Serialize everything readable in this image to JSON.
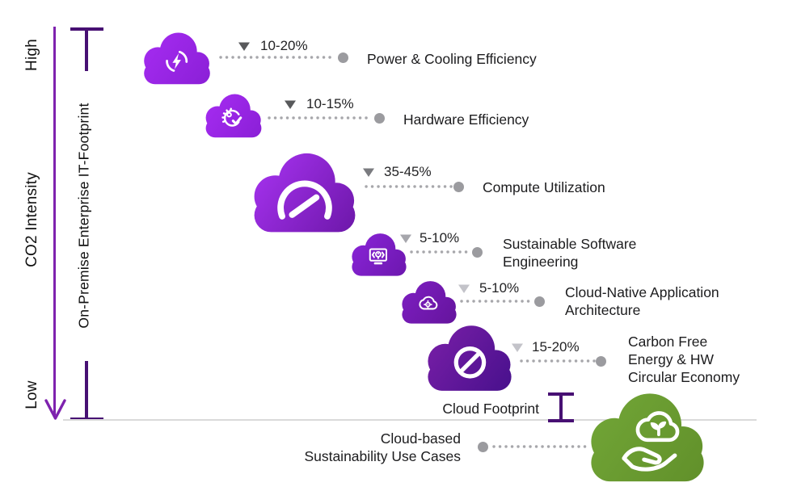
{
  "axis": {
    "high": "High",
    "co2": "CO2 Intensity",
    "low": "Low",
    "on_premise": "On-Premise Enterprise IT-Footprint"
  },
  "colors": {
    "axis_line": "#7e22ae",
    "bracket": "#471073",
    "baseline": "#dadada",
    "connector": "#a7a7ab",
    "dot": "#9b9b9f",
    "icon": "#ffffff",
    "green_cloud_top": "#72a637",
    "green_cloud_bottom": "#61902a"
  },
  "reductions": [
    {
      "range": "10-20%",
      "label": "Power & Cooling Efficiency",
      "icon": "energy-efficiency-icon",
      "cloud_colors": [
        "#a62cf2",
        "#8a1fd6"
      ],
      "triangle_color": "#58595b"
    },
    {
      "range": "10-15%",
      "label": "Hardware Efficiency",
      "icon": "hardware-refresh-check-icon",
      "cloud_colors": [
        "#a62cf2",
        "#8a1fd6"
      ],
      "triangle_color": "#58595b"
    },
    {
      "range": "35-45%",
      "label": "Compute Utilization",
      "icon": "gauge-icon",
      "cloud_colors": [
        "#a833f2",
        "#6c17a8"
      ],
      "triangle_color": "#7a7b7f"
    },
    {
      "range": "5-10%",
      "label": "Sustainable Software\nEngineering",
      "icon": "software-engineering-icon",
      "cloud_colors": [
        "#8a24d8",
        "#6c17ae"
      ],
      "triangle_color": "#a6a6ac"
    },
    {
      "range": "5-10%",
      "label": "Cloud-Native Application\nArchitecture",
      "icon": "cloud-gear-icon",
      "cloud_colors": [
        "#7e1ec2",
        "#64149c"
      ],
      "triangle_color": "#c3c3c9"
    },
    {
      "range": "15-20%",
      "label": "Carbon Free\nEnergy & HW\nCircular Economy",
      "icon": "carbon-free-icon",
      "cloud_colors": [
        "#7a1fa8",
        "#47108c"
      ],
      "triangle_color": "#c3c3c9"
    }
  ],
  "cloud_footprint_label": "Cloud Footprint",
  "green_row": {
    "label": "Cloud-based\nSustainability Use Cases",
    "icon": "sustainability-hand-cloud-icon"
  }
}
